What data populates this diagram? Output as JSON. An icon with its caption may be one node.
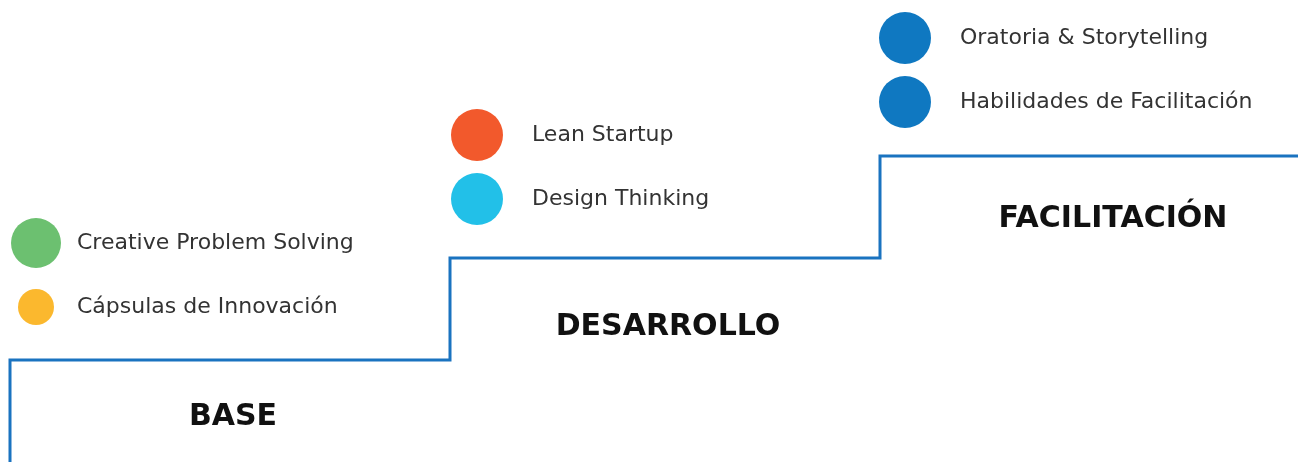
{
  "diagram": {
    "labels": [
      "BASE",
      "DESARROLLO",
      "FACILITACIÓN"
    ],
    "legend": [
      {
        "text": "Creative Problem Solving",
        "color": "#6cc070"
      },
      {
        "text": "Cápsulas de Innovación",
        "color": "#fbb82e"
      },
      {
        "text": "Lean Startup",
        "color": "#f2592c"
      },
      {
        "text": "Design Thinking",
        "color": "#22c0e8"
      },
      {
        "text": "Oratoria & Storytelling",
        "color": "#0f78c1"
      },
      {
        "text": "Habilidades de Facilitación",
        "color": "#0f78c1"
      }
    ]
  }
}
